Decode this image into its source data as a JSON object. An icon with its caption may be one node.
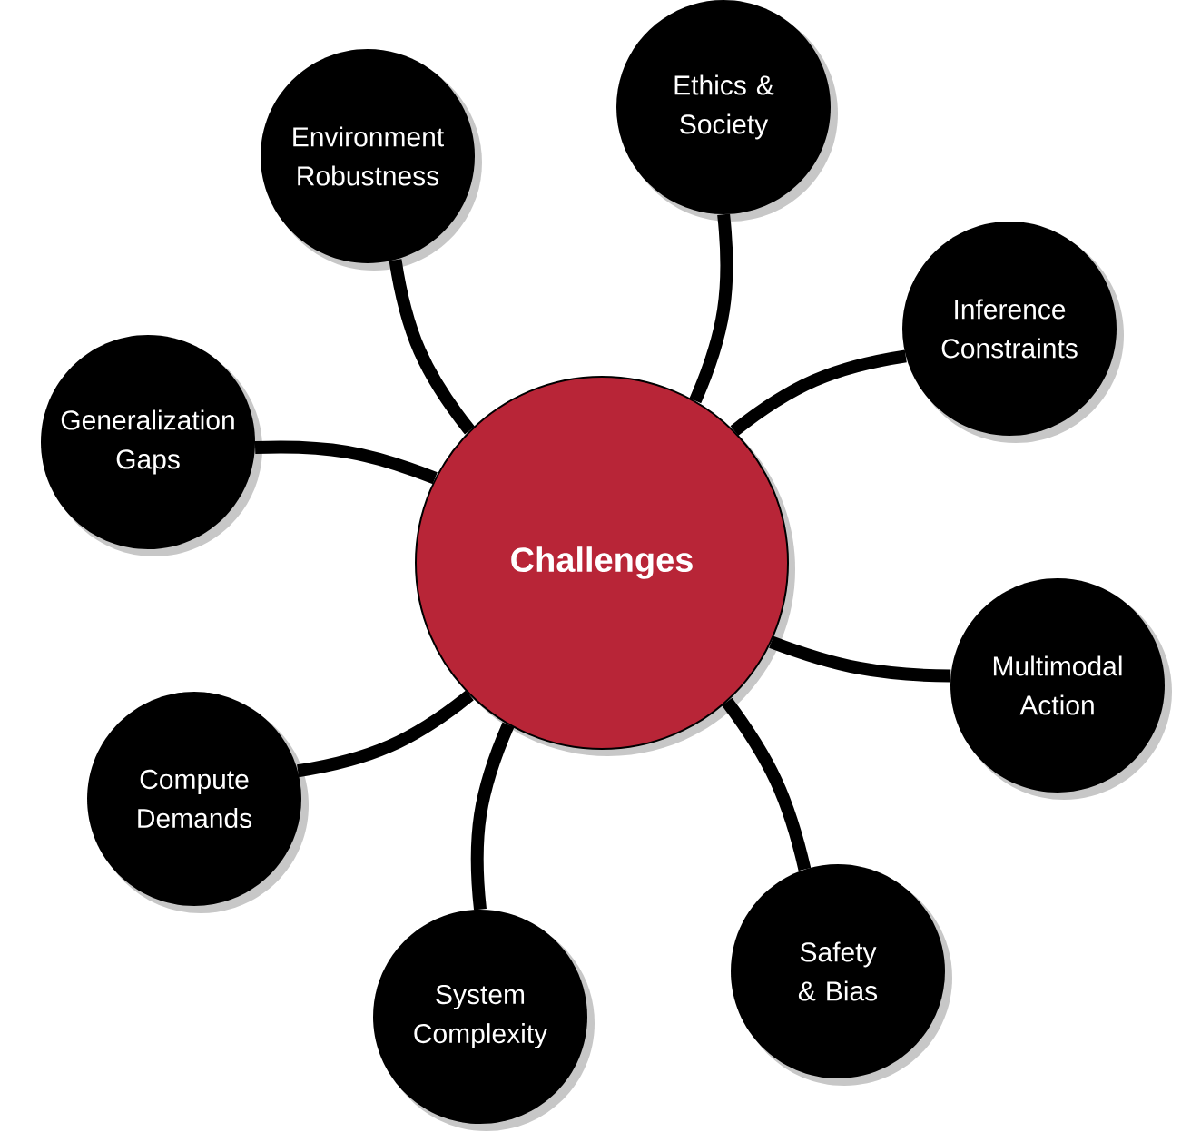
{
  "diagram": {
    "nodes": [
      {
        "text": [
          "Challenges"
        ]
      },
      {
        "text": [
          "Environment Robustness"
        ]
      },
      {
        "text": [
          "Ethics & Society"
        ]
      },
      {
        "text": [
          "Inference Constraints"
        ]
      },
      {
        "text": [
          "Multimodal Action"
        ]
      },
      {
        "text": [
          "Safety & Bias"
        ]
      },
      {
        "text": [
          "System Complexity"
        ]
      },
      {
        "text": [
          "Compute Demands"
        ]
      },
      {
        "text": [
          "Generalization Gaps"
        ]
      }
    ],
    "edges": [
      {
        "from": 0,
        "to": 1,
        "arrow": "none"
      },
      {
        "from": 0,
        "to": 2,
        "arrow": "none"
      },
      {
        "from": 0,
        "to": 3,
        "arrow": "none"
      },
      {
        "from": 0,
        "to": 4,
        "arrow": "none"
      },
      {
        "from": 0,
        "to": 5,
        "arrow": "none"
      },
      {
        "from": 0,
        "to": 6,
        "arrow": "none"
      },
      {
        "from": 0,
        "to": 7,
        "arrow": "none"
      },
      {
        "from": 0,
        "to": 8,
        "arrow": "none"
      }
    ]
  }
}
